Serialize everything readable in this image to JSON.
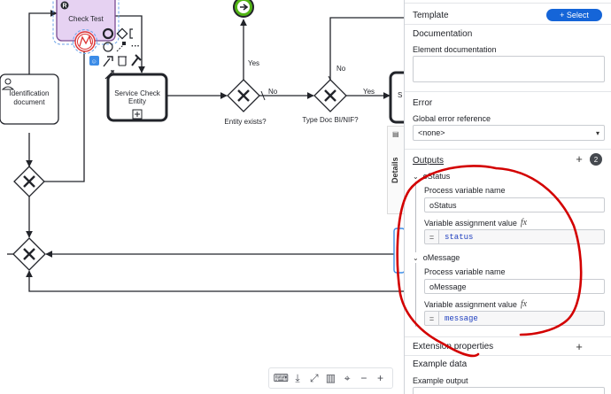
{
  "diagram": {
    "check_test_label": "Check Test",
    "identification_label_1": "Identification",
    "identification_label_2": "document",
    "service_check_label_1": "Service Check",
    "service_check_label_2": "Entity",
    "entity_exists_label": "Entity exists?",
    "type_doc_label": "Type Doc BI/NIF?",
    "yes_label_up": "Yes",
    "no_label_1": "No",
    "no_label_2": "No",
    "yes_label_right": "Yes",
    "next_task_letter": "S"
  },
  "details_tab": {
    "label": "Details"
  },
  "panel": {
    "template": {
      "title": "Template",
      "select_label": "+ Select"
    },
    "documentation": {
      "title": "Documentation",
      "field_label": "Element documentation",
      "value": ""
    },
    "error": {
      "title": "Error",
      "field_label": "Global error reference",
      "value": "<none>"
    },
    "outputs": {
      "title": "Outputs",
      "count": "2",
      "add_label": "+",
      "items": [
        {
          "name": "oStatus",
          "process_variable_label": "Process variable name",
          "process_variable_value": "oStatus",
          "assignment_label": "Variable assignment value",
          "assignment_value": "status"
        },
        {
          "name": "oMessage",
          "process_variable_label": "Process variable name",
          "process_variable_value": "oMessage",
          "assignment_label": "Variable assignment value",
          "assignment_value": "message"
        }
      ]
    },
    "extension": {
      "title": "Extension properties",
      "add_label": "+"
    },
    "example_data": {
      "title": "Example data",
      "field_label": "Example output"
    },
    "fx_label": "fx",
    "eq_label": "="
  },
  "colors": {
    "accent": "#1565d8",
    "task_purple_fill": "#e6d2f2",
    "task_purple_stroke": "#7a4c91",
    "end_event_green": "#52b415",
    "annotation_red": "#d30000"
  }
}
